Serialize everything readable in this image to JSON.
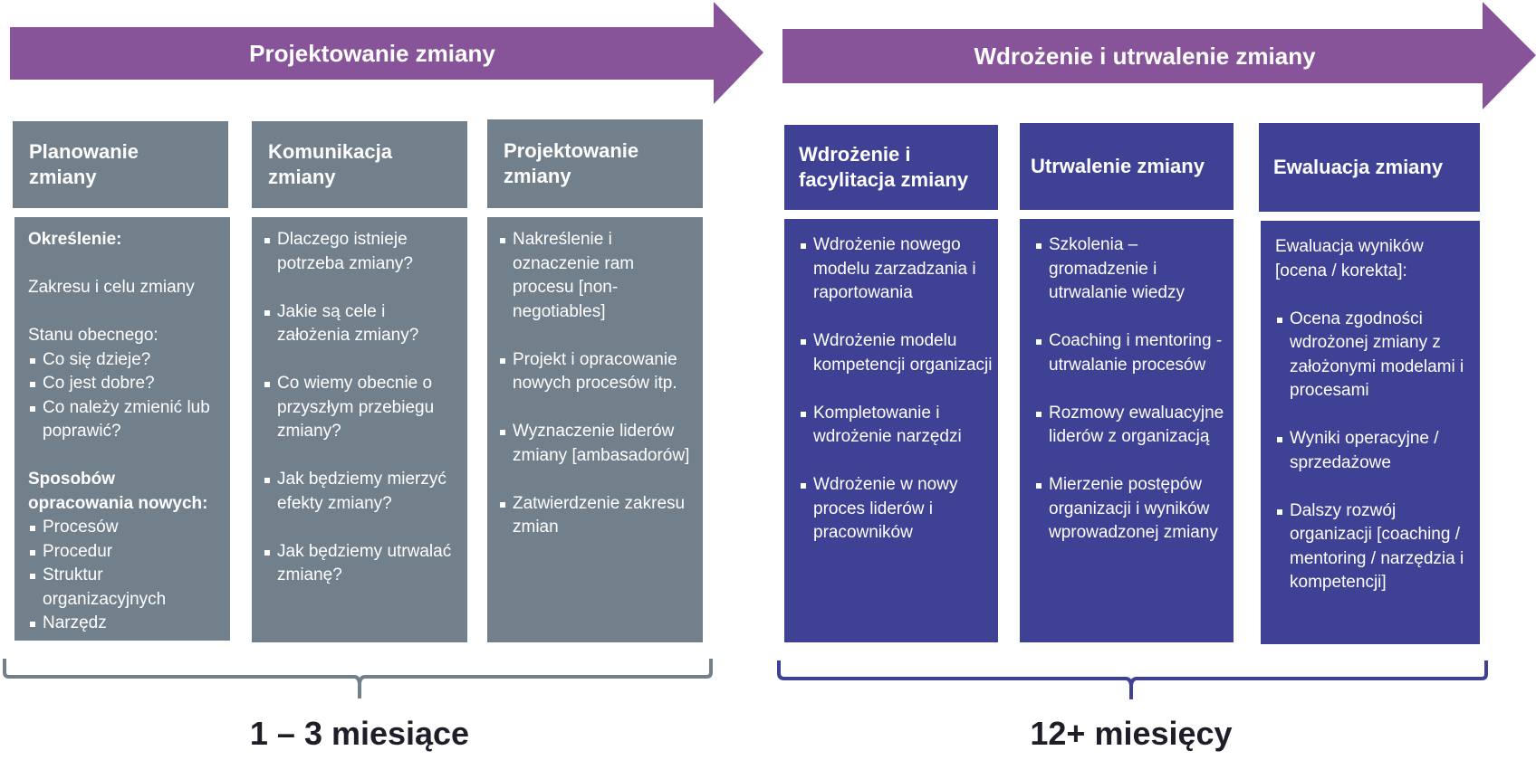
{
  "colors": {
    "arrow": "#875399",
    "design_phase": "#72808c",
    "implementation_phase": "#3f4195",
    "duration_text": "#1e1e28"
  },
  "phases": [
    {
      "title": "Projektowanie zmiany",
      "duration": "1 – 3 miesiące",
      "columns": [
        {
          "header": "Planowanie zmiany",
          "intro_bold": "Określenie:",
          "line1": "Zakresu i celu zmiany",
          "line2": "Stanu obecnego:",
          "items_a": [
            "Co się dzieje?",
            "Co jest dobre?",
            "Co należy zmienić lub poprawić?"
          ],
          "subheading_bold": "Sposobów opracowania nowych:",
          "items_b": [
            "Procesów",
            "Procedur",
            "Struktur organizacyjnych",
            "Narzędz"
          ]
        },
        {
          "header": "Komunikacja zmiany",
          "items": [
            "Dlaczego istnieje potrzeba zmiany?",
            "Jakie są cele i założenia zmiany?",
            "Co wiemy obecnie o przyszłym przebiegu zmiany?",
            "Jak będziemy mierzyć efekty zmiany?",
            "Jak będziemy utrwalać zmianę?"
          ]
        },
        {
          "header": "Projektowanie zmiany",
          "items": [
            "Nakreślenie i oznaczenie ram procesu [non-negotiables]",
            "Projekt i opracowanie nowych  procesów itp.",
            "Wyznaczenie liderów zmiany [ambasadorów]",
            "Zatwierdzenie zakresu zmian"
          ]
        }
      ]
    },
    {
      "title": "Wdrożenie i utrwalenie zmiany",
      "duration": "12+ miesięcy",
      "columns": [
        {
          "header": "Wdrożenie i facylitacja zmiany",
          "items": [
            "Wdrożenie nowego modelu zarzadzania i raportowania",
            "Wdrożenie modelu kompetencji organizacji",
            "Kompletowanie i wdrożenie narzędzi",
            "Wdrożenie w nowy proces liderów i pracowników"
          ]
        },
        {
          "header": "Utrwalenie zmiany",
          "items": [
            "Szkolenia – gromadzenie i utrwalanie wiedzy",
            "Coaching i mentoring - utrwalanie procesów",
            "Rozmowy ewaluacyjne liderów z organizacją",
            "Mierzenie postępów organizacji i wyników wprowadzonej zmiany"
          ]
        },
        {
          "header": "Ewaluacja zmiany",
          "intro": "Ewaluacja wyników [ocena / korekta]:",
          "items": [
            "Ocena zgodności wdrożonej zmiany z założonymi modelami i procesami",
            "Wyniki operacyjne / sprzedażowe",
            "Dalszy rozwój organizacji [coaching / mentoring / narzędzia i kompetencji]"
          ]
        }
      ]
    }
  ]
}
